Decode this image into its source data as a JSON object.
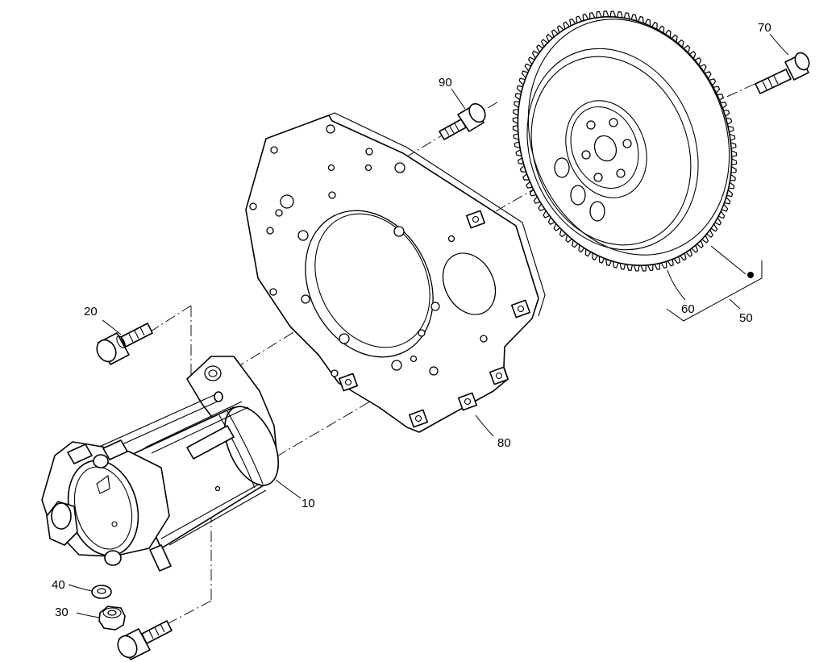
{
  "callouts": {
    "c10": "10",
    "c20": "20",
    "c30": "30",
    "c40": "40",
    "c50": "50",
    "c60": "60",
    "c70": "70",
    "c80": "80",
    "c90": "90"
  },
  "flywheel": {
    "tooth_count": 96
  }
}
